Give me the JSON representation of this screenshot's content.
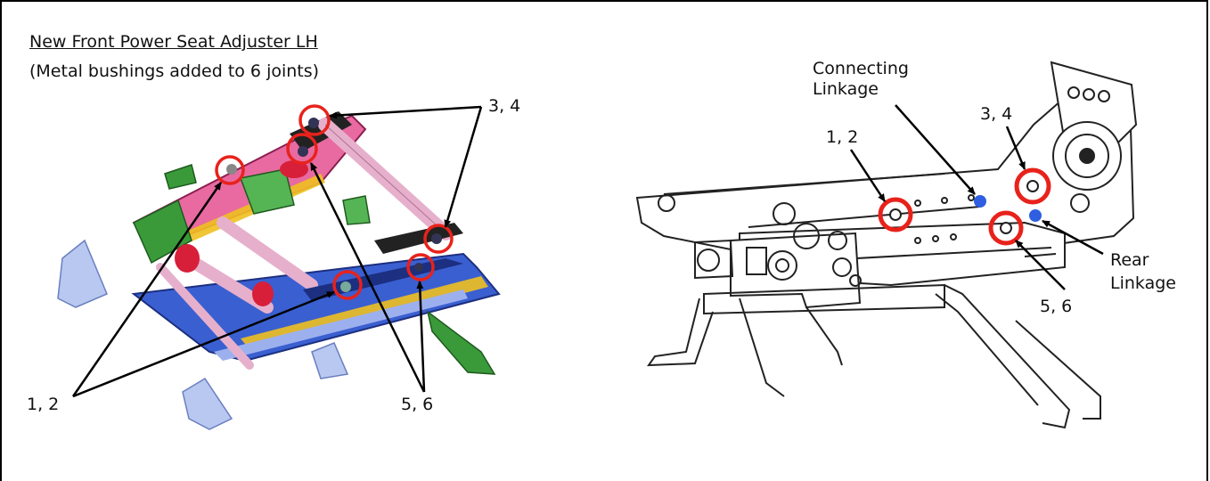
{
  "header": {
    "title": "New Front Power Seat Adjuster LH",
    "subtitle": "(Metal bushings added to 6 joints)"
  },
  "left_figure": {
    "labels": {
      "joints_3_4": "3, 4",
      "joints_1_2": "1, 2",
      "joints_5_6": "5, 6"
    }
  },
  "right_figure": {
    "labels": {
      "connecting_line1": "Connecting",
      "connecting_line2": "Linkage",
      "joints_1_2": "1, 2",
      "joints_3_4": "3, 4",
      "rear_line1": "Rear",
      "rear_line2": "Linkage",
      "joints_5_6": "5, 6"
    }
  },
  "colors": {
    "joint_circle": "#e8221b",
    "linkage_dot": "#2f5fe0",
    "rail_blue": "#3a5fd0",
    "rail_pink": "#e86aa0",
    "bar_pink": "#e6b0cc",
    "bracket_green": "#3a9a3a",
    "bracket_yellow": "#f0c020"
  }
}
